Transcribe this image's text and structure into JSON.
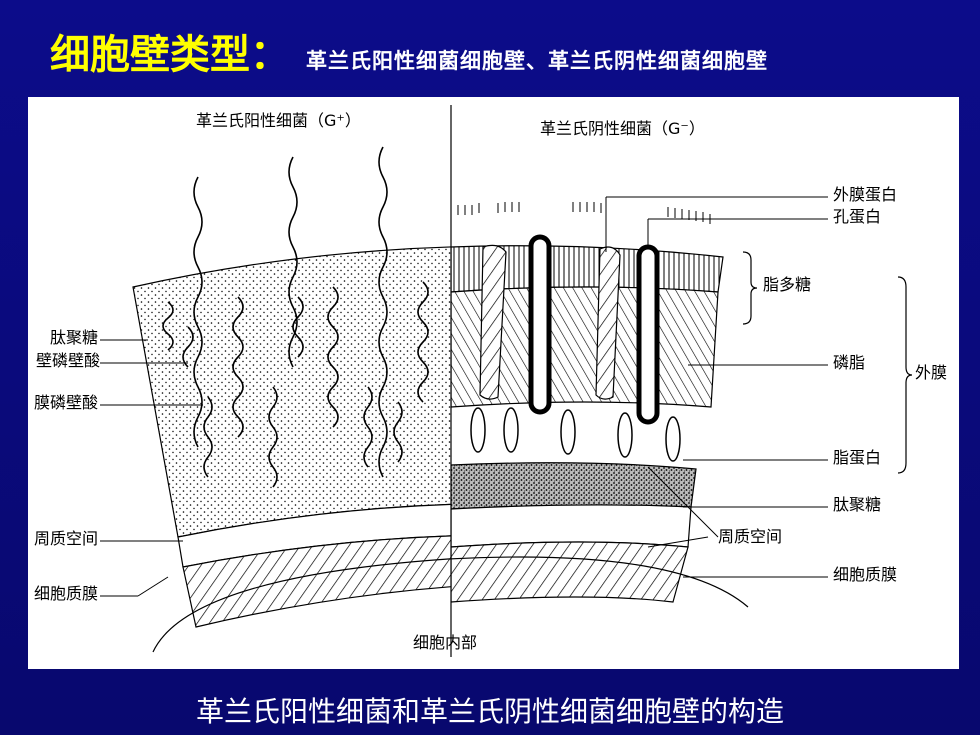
{
  "slide": {
    "title": "细胞壁类型：",
    "subtitle": "革兰氏阳性细菌细胞壁、革兰氏阴性细菌细胞壁",
    "caption": "革兰氏阳性细菌和革兰氏阴性细菌细胞壁的构造"
  },
  "diagram": {
    "gp_heading": "革兰氏阳性细菌（G⁺）",
    "gn_heading": "革兰氏阴性细菌（G⁻）",
    "left_labels": {
      "peptidoglycan": "肽聚糖",
      "teichoic_acid": "壁磷壁酸",
      "lipoteichoic_acid": "膜磷壁酸",
      "periplasm": "周质空间",
      "membrane": "细胞质膜"
    },
    "right_labels": {
      "omp": "外膜蛋白",
      "porin": "孔蛋白",
      "lps": "脂多糖",
      "phospholipid": "磷脂",
      "outer_membrane": "外膜",
      "lipoprotein": "脂蛋白",
      "peptidoglycan": "肽聚糖",
      "periplasm": "周质空间",
      "membrane": "细胞质膜"
    },
    "interior": "细胞内部"
  }
}
